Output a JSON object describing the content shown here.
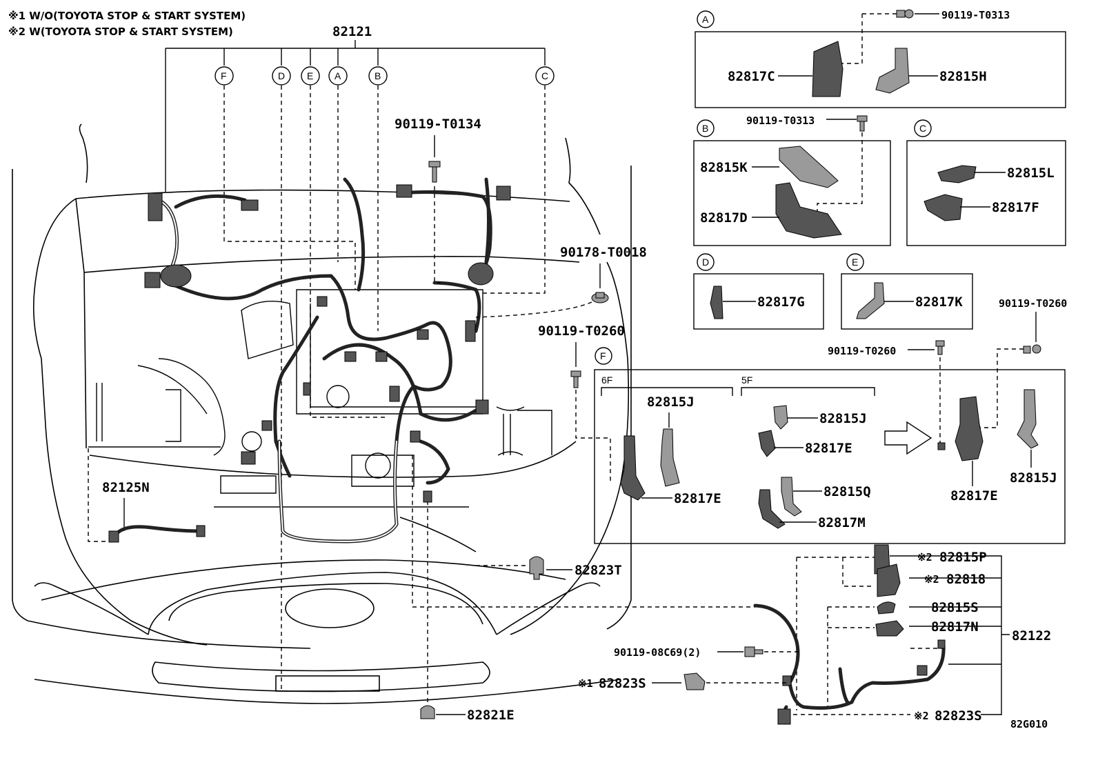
{
  "notes": {
    "note1": "※1 W/O(TOYOTA STOP & START SYSTEM)",
    "note2": "※2 W(TOYOTA STOP & START SYSTEM)"
  },
  "main": {
    "harness": "82121",
    "circles": [
      "F",
      "D",
      "E",
      "A",
      "B",
      "C"
    ],
    "bolt_top": "90119-T0134",
    "clip_right": "90178-T0018",
    "bolt_mid": "90119-T0260",
    "sub_harness": "82125N",
    "clamp_front": "82823T",
    "clamp_bottom": "82821E"
  },
  "panels": {
    "A": {
      "tag": "A",
      "bolt": "90119-T0313",
      "p1": "82817C",
      "p2": "82815H"
    },
    "B": {
      "tag": "B",
      "bolt": "90119-T0313",
      "p1": "82815K",
      "p2": "82817D"
    },
    "C": {
      "tag": "C",
      "p1": "82815L",
      "p2": "82817F"
    },
    "D": {
      "tag": "D",
      "p1": "82817G"
    },
    "E": {
      "tag": "E",
      "p1": "82817K"
    },
    "F": {
      "tag": "F",
      "bolt1": "90119-T0260",
      "bolt2": "90119-T0260",
      "group1": "6F",
      "group2": "5F",
      "g1_top": "82815J",
      "g1_bottom": "82817E",
      "g2_a": "82815J",
      "g2_b": "82817E",
      "g2_c": "82815Q",
      "g2_d": "82817M",
      "right_a": "82817E",
      "right_b": "82815J"
    }
  },
  "battery": {
    "harness": "82122",
    "p1_prefix": "※2",
    "p1": "82815P",
    "p2_prefix": "※2",
    "p2": "82818",
    "p3": "82815S",
    "p4": "82817N",
    "bolt": "90119-08C69(2)",
    "p5_prefix": "※1",
    "p5": "82823S",
    "p6_prefix": "※2",
    "p6": "82823S"
  },
  "figure_code": "82G010"
}
